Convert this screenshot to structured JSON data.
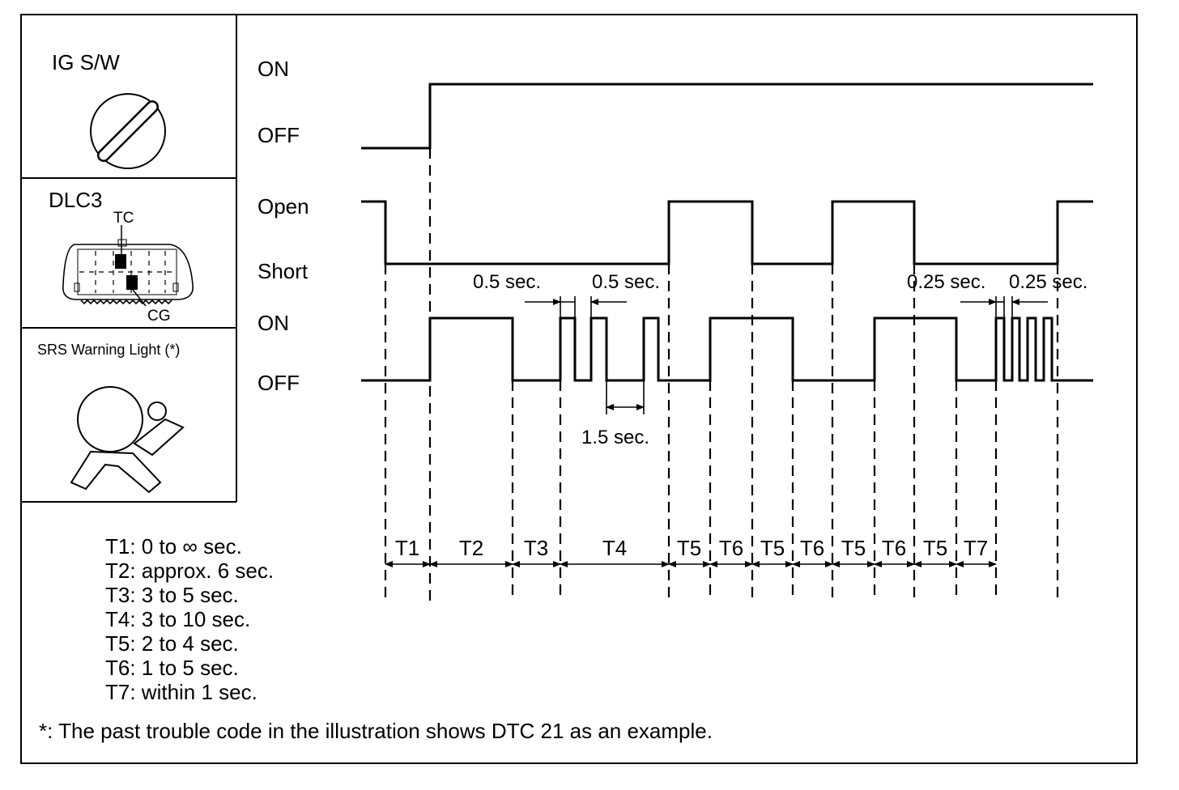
{
  "panels": {
    "ig": {
      "title": "IG S/W"
    },
    "dlc": {
      "title": "DLC3",
      "tc_label": "TC",
      "cg_label": "CG"
    },
    "srs": {
      "title": "SRS Warning Light (*)"
    }
  },
  "states": {
    "ig_on": "ON",
    "ig_off": "OFF",
    "dlc_open": "Open",
    "dlc_short": "Short",
    "srs_on": "ON",
    "srs_off": "OFF"
  },
  "timings": {
    "half_left": "0.5 sec.",
    "half_right": "0.5 sec.",
    "one_half": "1.5 sec.",
    "quarter_left": "0.25 sec.",
    "quarter_right": "0.25 sec."
  },
  "intervals": [
    "T1",
    "T2",
    "T3",
    "T4",
    "T5",
    "T6",
    "T5",
    "T6",
    "T5",
    "T6",
    "T5",
    "T7"
  ],
  "legend": [
    "T1: 0 to ∞ sec.",
    "T2: approx. 6 sec.",
    "T3: 3 to 5 sec.",
    "T4: 3 to 10 sec.",
    "T5: 2 to 4 sec.",
    "T6: 1 to 5 sec.",
    "T7: within 1 sec."
  ],
  "footnote": "*: The past trouble code in the illustration shows DTC 21 as an example."
}
